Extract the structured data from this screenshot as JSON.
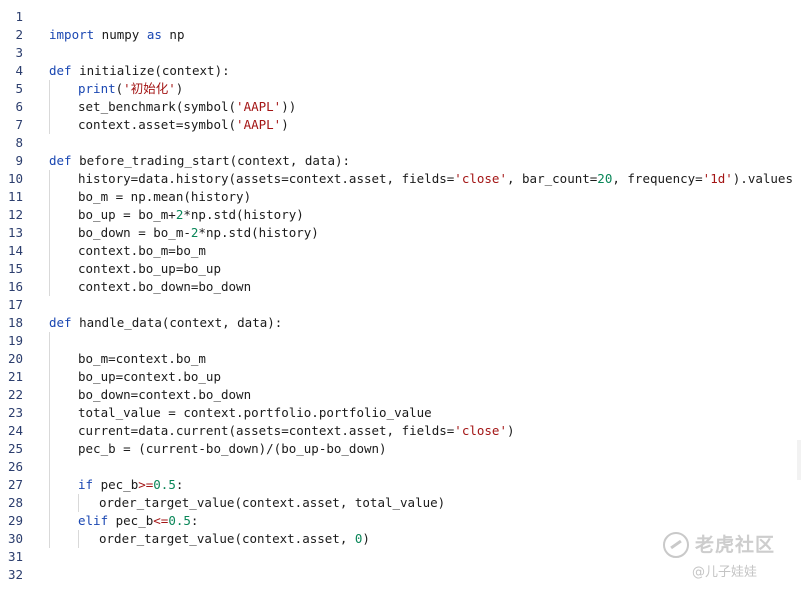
{
  "theme": {
    "keyword": "#1a47b2",
    "builtin": "#1a47b2",
    "string": "#a31515",
    "number": "#098658",
    "operator": "#a31515",
    "text": "#1b1b1b",
    "line_number": "#2c3e6e"
  },
  "editor": {
    "lines": [
      {
        "n": "1",
        "indent": 0,
        "tokens": []
      },
      {
        "n": "2",
        "indent": 0,
        "tokens": [
          [
            "kw",
            "import"
          ],
          [
            "t",
            " numpy "
          ],
          [
            "kw",
            "as"
          ],
          [
            "t",
            " np"
          ]
        ]
      },
      {
        "n": "3",
        "indent": 0,
        "tokens": []
      },
      {
        "n": "4",
        "indent": 0,
        "tokens": [
          [
            "kw",
            "def"
          ],
          [
            "t",
            " initialize(context):"
          ]
        ]
      },
      {
        "n": "5",
        "indent": 1,
        "tokens": [
          [
            "bi",
            "print"
          ],
          [
            "t",
            "("
          ],
          [
            "s",
            "'初始化'"
          ],
          [
            "t",
            ")"
          ]
        ]
      },
      {
        "n": "6",
        "indent": 1,
        "tokens": [
          [
            "t",
            "set_benchmark(symbol("
          ],
          [
            "s",
            "'AAPL'"
          ],
          [
            "t",
            "))"
          ]
        ]
      },
      {
        "n": "7",
        "indent": 1,
        "tokens": [
          [
            "t",
            "context.asset=symbol("
          ],
          [
            "s",
            "'AAPL'"
          ],
          [
            "t",
            ")"
          ]
        ]
      },
      {
        "n": "8",
        "indent": 0,
        "tokens": []
      },
      {
        "n": "9",
        "indent": 0,
        "tokens": [
          [
            "kw",
            "def"
          ],
          [
            "t",
            " before_trading_start(context, data):"
          ]
        ]
      },
      {
        "n": "10",
        "indent": 1,
        "tokens": [
          [
            "t",
            "history=data.history(assets=context.asset, fields="
          ],
          [
            "s",
            "'close'"
          ],
          [
            "t",
            ", bar_count="
          ],
          [
            "num",
            "20"
          ],
          [
            "t",
            ", frequency="
          ],
          [
            "s",
            "'1d'"
          ],
          [
            "t",
            ").values"
          ]
        ]
      },
      {
        "n": "11",
        "indent": 1,
        "tokens": [
          [
            "t",
            "bo_m = np.mean(history)"
          ]
        ]
      },
      {
        "n": "12",
        "indent": 1,
        "tokens": [
          [
            "t",
            "bo_up = bo_m+"
          ],
          [
            "num",
            "2"
          ],
          [
            "t",
            "*np.std(history)"
          ]
        ]
      },
      {
        "n": "13",
        "indent": 1,
        "tokens": [
          [
            "t",
            "bo_down = bo_m-"
          ],
          [
            "num",
            "2"
          ],
          [
            "t",
            "*np.std(history)"
          ]
        ]
      },
      {
        "n": "14",
        "indent": 1,
        "tokens": [
          [
            "t",
            "context.bo_m=bo_m"
          ]
        ]
      },
      {
        "n": "15",
        "indent": 1,
        "tokens": [
          [
            "t",
            "context.bo_up=bo_up"
          ]
        ]
      },
      {
        "n": "16",
        "indent": 1,
        "tokens": [
          [
            "t",
            "context.bo_down=bo_down"
          ]
        ]
      },
      {
        "n": "17",
        "indent": 0,
        "tokens": []
      },
      {
        "n": "18",
        "indent": 0,
        "tokens": [
          [
            "kw",
            "def"
          ],
          [
            "t",
            " handle_data(context, data):"
          ]
        ]
      },
      {
        "n": "19",
        "indent": 1,
        "tokens": []
      },
      {
        "n": "20",
        "indent": 1,
        "tokens": [
          [
            "t",
            "bo_m=context.bo_m"
          ]
        ]
      },
      {
        "n": "21",
        "indent": 1,
        "tokens": [
          [
            "t",
            "bo_up=context.bo_up"
          ]
        ]
      },
      {
        "n": "22",
        "indent": 1,
        "tokens": [
          [
            "t",
            "bo_down=context.bo_down"
          ]
        ]
      },
      {
        "n": "23",
        "indent": 1,
        "tokens": [
          [
            "t",
            "total_value = context.portfolio.portfolio_value"
          ]
        ]
      },
      {
        "n": "24",
        "indent": 1,
        "tokens": [
          [
            "t",
            "current=data.current(assets=context.asset, fields="
          ],
          [
            "s",
            "'close'"
          ],
          [
            "t",
            ")"
          ]
        ]
      },
      {
        "n": "25",
        "indent": 1,
        "tokens": [
          [
            "t",
            "pec_b = (current-bo_down)/(bo_up-bo_down)"
          ]
        ]
      },
      {
        "n": "26",
        "indent": 1,
        "tokens": []
      },
      {
        "n": "27",
        "indent": 1,
        "tokens": [
          [
            "kw",
            "if"
          ],
          [
            "t",
            " pec_b"
          ],
          [
            "op",
            ">="
          ],
          [
            "num",
            "0.5"
          ],
          [
            "t",
            ":"
          ]
        ]
      },
      {
        "n": "28",
        "indent": 2,
        "tokens": [
          [
            "t",
            "order_target_value(context.asset, total_value)"
          ]
        ]
      },
      {
        "n": "29",
        "indent": 1,
        "tokens": [
          [
            "kw",
            "elif"
          ],
          [
            "t",
            " pec_b"
          ],
          [
            "op",
            "<="
          ],
          [
            "num",
            "0.5"
          ],
          [
            "t",
            ":"
          ]
        ]
      },
      {
        "n": "30",
        "indent": 2,
        "tokens": [
          [
            "t",
            "order_target_value(context.asset, "
          ],
          [
            "num",
            "0"
          ],
          [
            "t",
            ")"
          ]
        ]
      },
      {
        "n": "31",
        "indent": 0,
        "tokens": []
      },
      {
        "n": "32",
        "indent": 0,
        "tokens": []
      }
    ]
  },
  "watermark": {
    "brand": "老虎社区",
    "author": "@儿子娃娃",
    "logo_icon": "tiger-logo-icon"
  }
}
